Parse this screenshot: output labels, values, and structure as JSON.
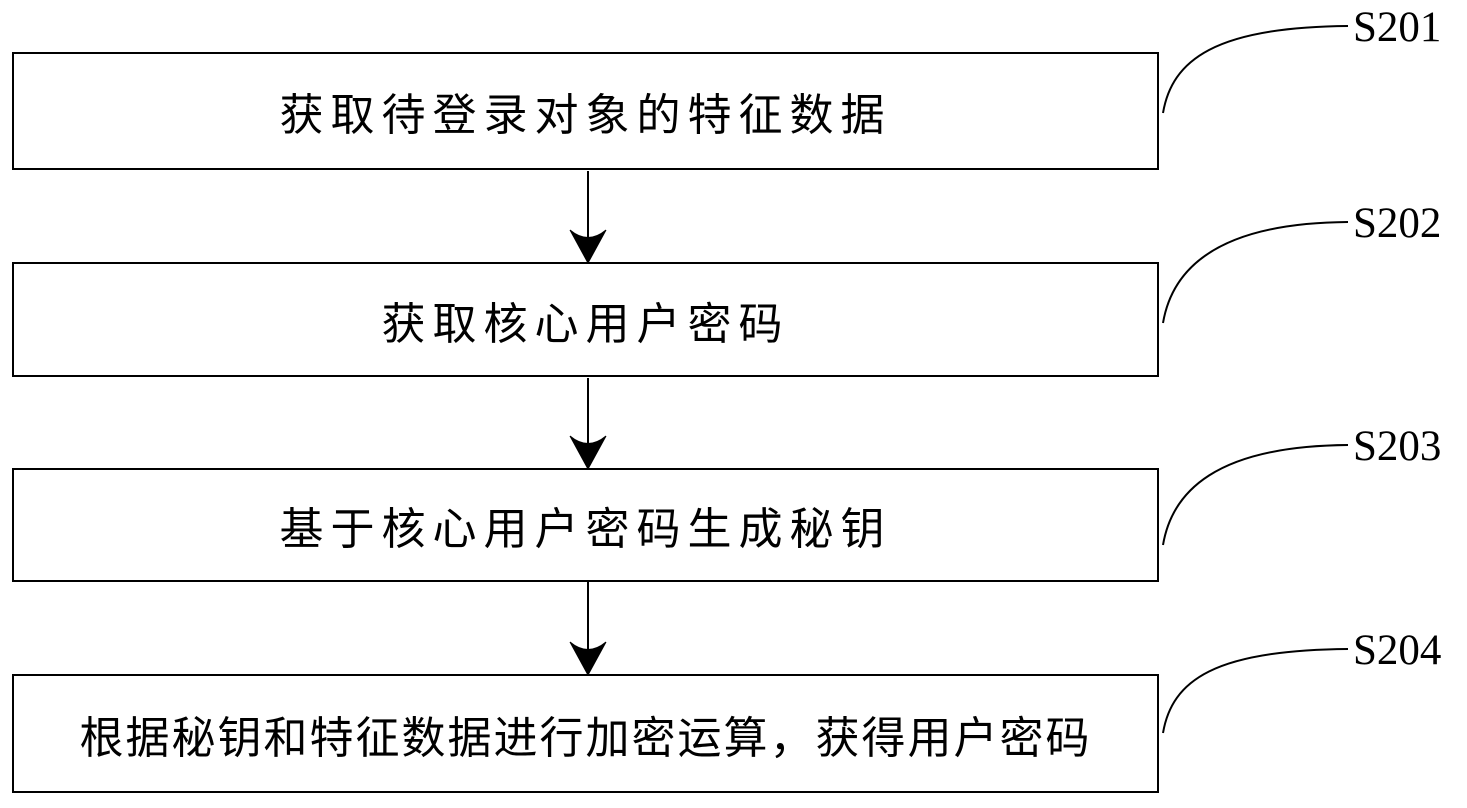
{
  "diagram": {
    "type": "flowchart",
    "background_color": "#ffffff",
    "line_color": "#000000",
    "steps": [
      {
        "id": "S201",
        "label": "获取待登录对象的特征数据"
      },
      {
        "id": "S202",
        "label": "获取核心用户密码"
      },
      {
        "id": "S203",
        "label": "基于核心用户密码生成秘钥"
      },
      {
        "id": "S204",
        "label": "根据秘钥和特征数据进行加密运算，获得用户密码"
      }
    ]
  }
}
